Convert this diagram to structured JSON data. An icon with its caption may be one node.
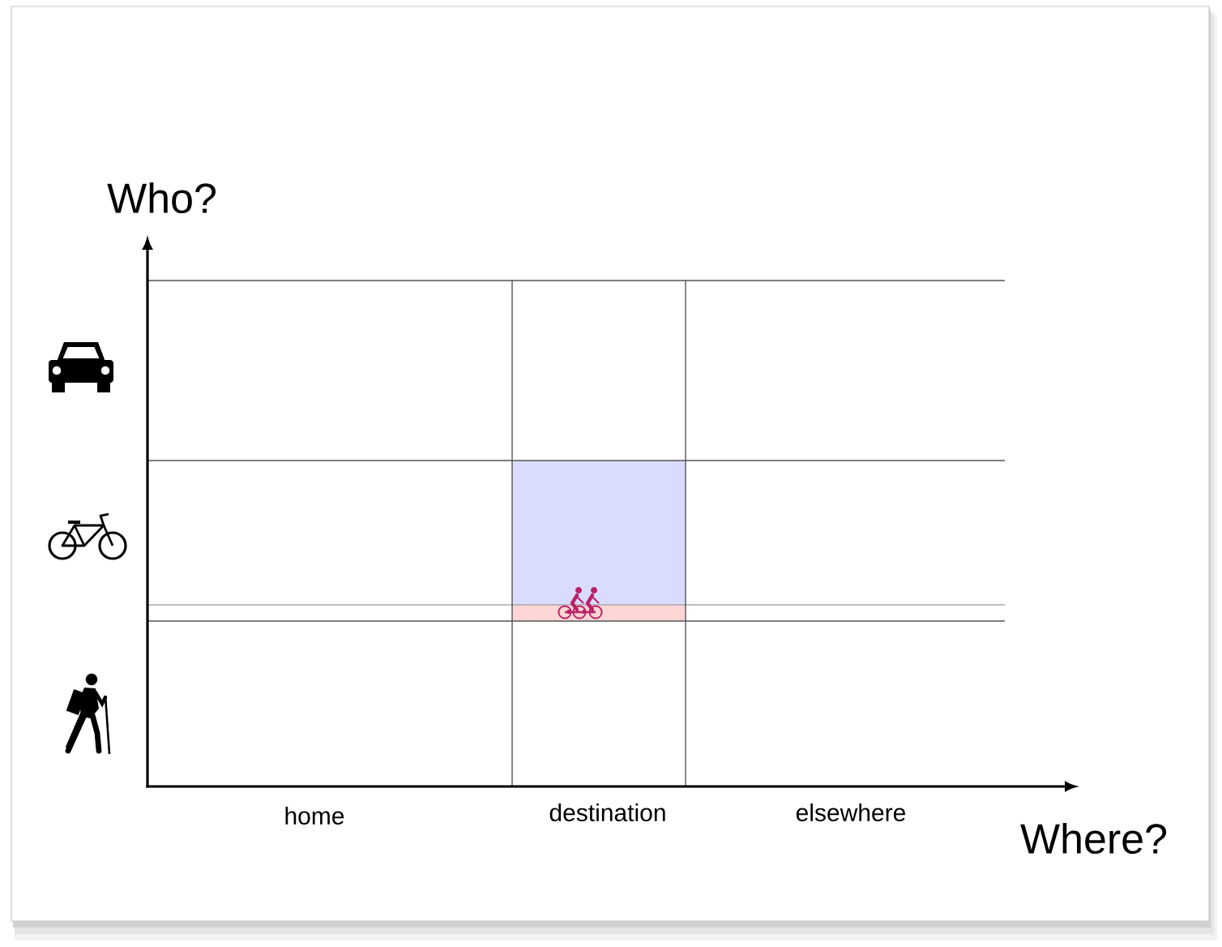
{
  "diagram": {
    "labels": [
      "Who?",
      "home",
      "destination",
      "elsewhere",
      "Where?"
    ]
  }
}
